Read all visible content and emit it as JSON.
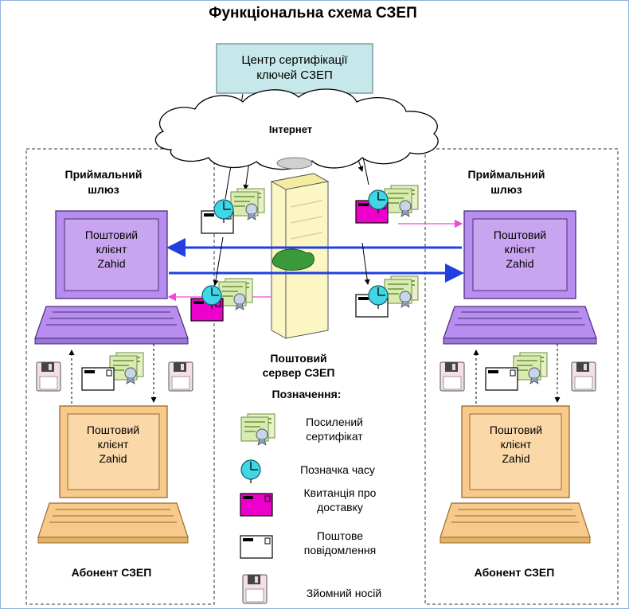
{
  "title": "Функціональна схема СЗЕП",
  "ca": {
    "line1": "Центр сертифікації",
    "line2": "ключей СЗЕП"
  },
  "internet": "Інтернет",
  "gateway_left": {
    "line1": "Приймальний",
    "line2": "шлюз"
  },
  "gateway_right": {
    "line1": "Приймальний",
    "line2": "шлюз"
  },
  "client_top_left": {
    "line1": "Поштовий",
    "line2": "клієнт",
    "line3": "Zahid"
  },
  "client_top_right": {
    "line1": "Поштовий",
    "line2": "клієнт",
    "line3": "Zahid"
  },
  "client_bottom_left": {
    "line1": "Поштовий",
    "line2": "клієнт",
    "line3": "Zahid"
  },
  "client_bottom_right": {
    "line1": "Поштовий",
    "line2": "клієнт",
    "line3": "Zahid"
  },
  "server": {
    "line1": "Поштовий",
    "line2": "сервер СЗЕП"
  },
  "subscriber_left": "Абонент СЗЕП",
  "subscriber_right": "Абонент СЗЕП",
  "legend": {
    "title": "Позначення:",
    "items": [
      {
        "icon": "certificate-icon",
        "line1": "Посилений",
        "line2": "сертифікат"
      },
      {
        "icon": "timestamp-icon",
        "line1": "Позначка часу",
        "line2": ""
      },
      {
        "icon": "delivery-receipt-icon",
        "line1": "Квитанція про",
        "line2": "доставку"
      },
      {
        "icon": "mail-message-icon",
        "line1": "Поштове",
        "line2": "повідомлення"
      },
      {
        "icon": "removable-media-icon",
        "line1": "Зйомний носій",
        "line2": ""
      }
    ]
  },
  "colors": {
    "ca_fill": "#c6e8ea",
    "client_fill": "#c9a5f0",
    "laptop_fill": "#b78ef0",
    "bottom_laptop_fill": "#f7c98a",
    "server_fill": "#fbf6c4",
    "receipt": "#ee00cc",
    "arrow_blue": "#1f3fe0",
    "arrow_pink": "#e94ad6",
    "timestamp": "#3fd6e6"
  }
}
